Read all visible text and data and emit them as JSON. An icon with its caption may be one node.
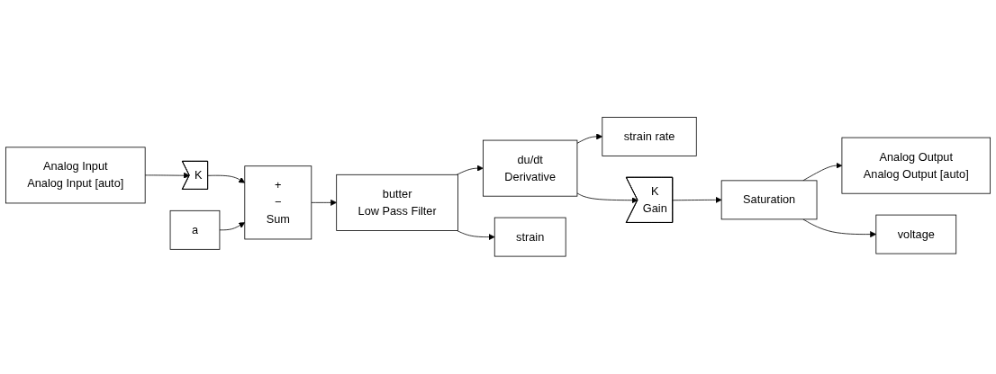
{
  "diagram": {
    "nodes": [
      {
        "text": [
          "Analog Input",
          "Analog Input [auto]"
        ]
      },
      {
        "text": [
          "K"
        ]
      },
      {
        "text": [
          "a"
        ]
      },
      {
        "text": [
          "+",
          "−",
          "Sum"
        ]
      },
      {
        "text": [
          "butter",
          "Low Pass Filter"
        ]
      },
      {
        "text": [
          "du/dt",
          "Derivative"
        ]
      },
      {
        "text": [
          "strain rate"
        ]
      },
      {
        "text": [
          "K",
          "Gain"
        ]
      },
      {
        "text": [
          "Saturation"
        ]
      },
      {
        "text": [
          "Analog Output",
          "Analog Output [auto]"
        ]
      },
      {
        "text": [
          "strain"
        ]
      },
      {
        "text": [
          "voltage"
        ]
      }
    ],
    "edges": [
      {
        "from": 0,
        "to": 1,
        "arrow": "to"
      },
      {
        "from": 1,
        "to": 3,
        "arrow": "to"
      },
      {
        "from": 2,
        "to": 3,
        "arrow": "to"
      },
      {
        "from": 3,
        "to": 4,
        "arrow": "to"
      },
      {
        "from": 4,
        "to": 5,
        "arrow": "to"
      },
      {
        "from": 4,
        "to": 10,
        "arrow": "to"
      },
      {
        "from": 5,
        "to": 6,
        "arrow": "to"
      },
      {
        "from": 5,
        "to": 7,
        "arrow": "to"
      },
      {
        "from": 7,
        "to": 8,
        "arrow": "to"
      },
      {
        "from": 8,
        "to": 9,
        "arrow": "to"
      },
      {
        "from": 8,
        "to": 11,
        "arrow": "to"
      }
    ]
  }
}
